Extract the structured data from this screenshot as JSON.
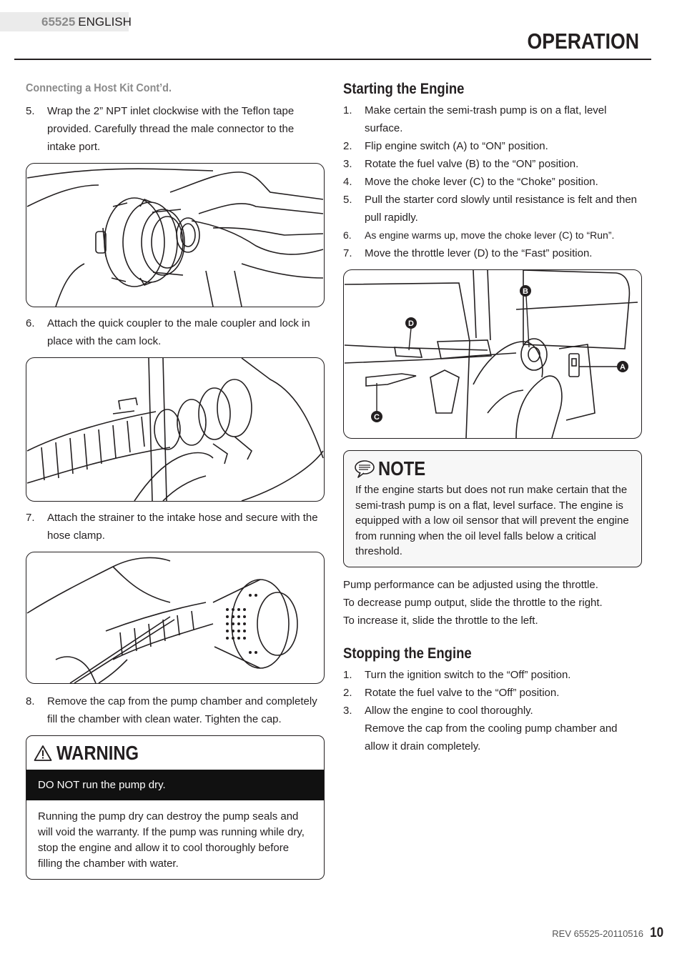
{
  "header": {
    "model": "65525",
    "language": "ENGLISH",
    "section_title": "OPERATION"
  },
  "left": {
    "subheading": "Connecting a Host Kit Cont’d.",
    "steps_a": [
      {
        "num": "5.",
        "text": "Wrap the 2” NPT inlet clockwise with the Teflon tape provided. Carefully thread the male connector to the intake port."
      }
    ],
    "steps_b": [
      {
        "num": "6.",
        "text": "Attach the quick coupler to the male coupler and lock in place with the cam lock."
      }
    ],
    "steps_c": [
      {
        "num": "7.",
        "text": "Attach the strainer to the intake hose and secure with the hose clamp."
      }
    ],
    "steps_d": [
      {
        "num": "8.",
        "text": "Remove the cap from the pump chamber and completely fill the chamber with clean water. Tighten the cap."
      }
    ],
    "warning": {
      "title": "WARNING",
      "band": "DO NOT run the pump dry.",
      "body": "Running the pump dry can destroy the pump seals and will void the warranty. If the pump was running while dry, stop the engine and allow it to cool thoroughly before filling the chamber with water."
    }
  },
  "right": {
    "starting": {
      "heading": "Starting the Engine",
      "steps": [
        {
          "num": "1.",
          "text": "Make certain the semi-trash pump is on a flat, level surface."
        },
        {
          "num": "2.",
          "text": "Flip engine switch (A) to “ON” position."
        },
        {
          "num": "3.",
          "text": "Rotate the fuel valve (B) to the “ON” position."
        },
        {
          "num": "4.",
          "text": "Move the choke lever (C) to the “Choke” position."
        },
        {
          "num": "5.",
          "text": "Pull the starter cord slowly until resistance is felt and then pull rapidly."
        },
        {
          "num": "6.",
          "text": "As engine warms up, move the choke lever (C) to “Run”."
        },
        {
          "num": "7.",
          "text": "Move the throttle lever (D) to the “Fast” position."
        }
      ],
      "callouts": {
        "a": "A",
        "b": "B",
        "c": "C",
        "d": "D"
      }
    },
    "note": {
      "title": "NOTE",
      "body": "If the engine starts but does not run make certain that the semi-trash pump is on a flat, level surface. The engine is equipped with a low oil sensor that will prevent the engine from running when the oil level falls below a critical threshold."
    },
    "throttle_paragraph": [
      "Pump performance can be adjusted using the throttle.",
      "To decrease pump output, slide the throttle to the right.",
      "To increase it, slide the throttle to the left."
    ],
    "stopping": {
      "heading": "Stopping the Engine",
      "steps": [
        {
          "num": "1.",
          "text": "Turn the ignition switch to the “Off” position."
        },
        {
          "num": "2.",
          "text": "Rotate the fuel valve to the “Off” position."
        },
        {
          "num": "3.",
          "text": "Allow the engine to cool thoroughly."
        }
      ],
      "continuation": "Remove the cap from the cooling pump chamber and allow it drain completely."
    }
  },
  "footer": {
    "revision": "REV 65525-20110516",
    "page": "10"
  }
}
